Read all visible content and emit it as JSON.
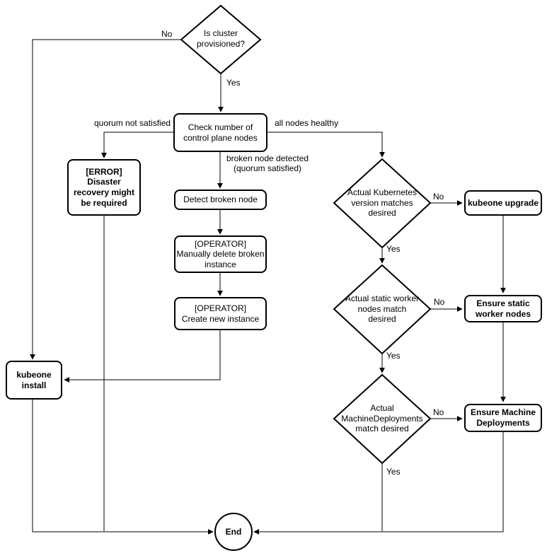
{
  "flowchart": {
    "decisions": {
      "is_cluster_provisioned": "Is cluster\nprovisioned?",
      "k8s_version_matches": "Actual Kubernetes\nversion matches\ndesired",
      "static_workers_match": "Actual static worker\nnodes match\ndesired",
      "machinedeployments_match": "Actual\nMachineDeployments\nmatch desired"
    },
    "processes": {
      "check_control_plane": "Check number of\ncontrol plane nodes",
      "error_disaster_recovery": "[ERROR]\nDisaster\nrecovery might\nbe required",
      "detect_broken_node": "Detect broken node",
      "operator_delete_instance": "[OPERATOR]\nManually delete broken\ninstance",
      "operator_create_instance": "[OPERATOR]\nCreate new instance",
      "kubeone_install": "kubeone\ninstall",
      "kubeone_upgrade": "kubeone upgrade",
      "ensure_static_workers": "Ensure static\nworker nodes",
      "ensure_machine_deployments": "Ensure Machine\nDeployments"
    },
    "terminal": {
      "end": "End"
    },
    "labels": {
      "provisioned_no": "No",
      "provisioned_yes": "Yes",
      "quorum_not_satisfied": "quorum not satisfied",
      "all_nodes_healthy": "all nodes healthy",
      "broken_node_detected": "broken node detected\n(quorum satisfied)",
      "k8s_version_no": "No",
      "k8s_version_yes": "Yes",
      "static_workers_no": "No",
      "static_workers_yes": "Yes",
      "machinedeployments_no": "No",
      "machinedeployments_yes": "Yes"
    },
    "colors": {
      "line": "#000000",
      "node_border": "#000000",
      "node_fill": "#ffffff",
      "text": "#000000",
      "background": "#ffffff"
    }
  }
}
